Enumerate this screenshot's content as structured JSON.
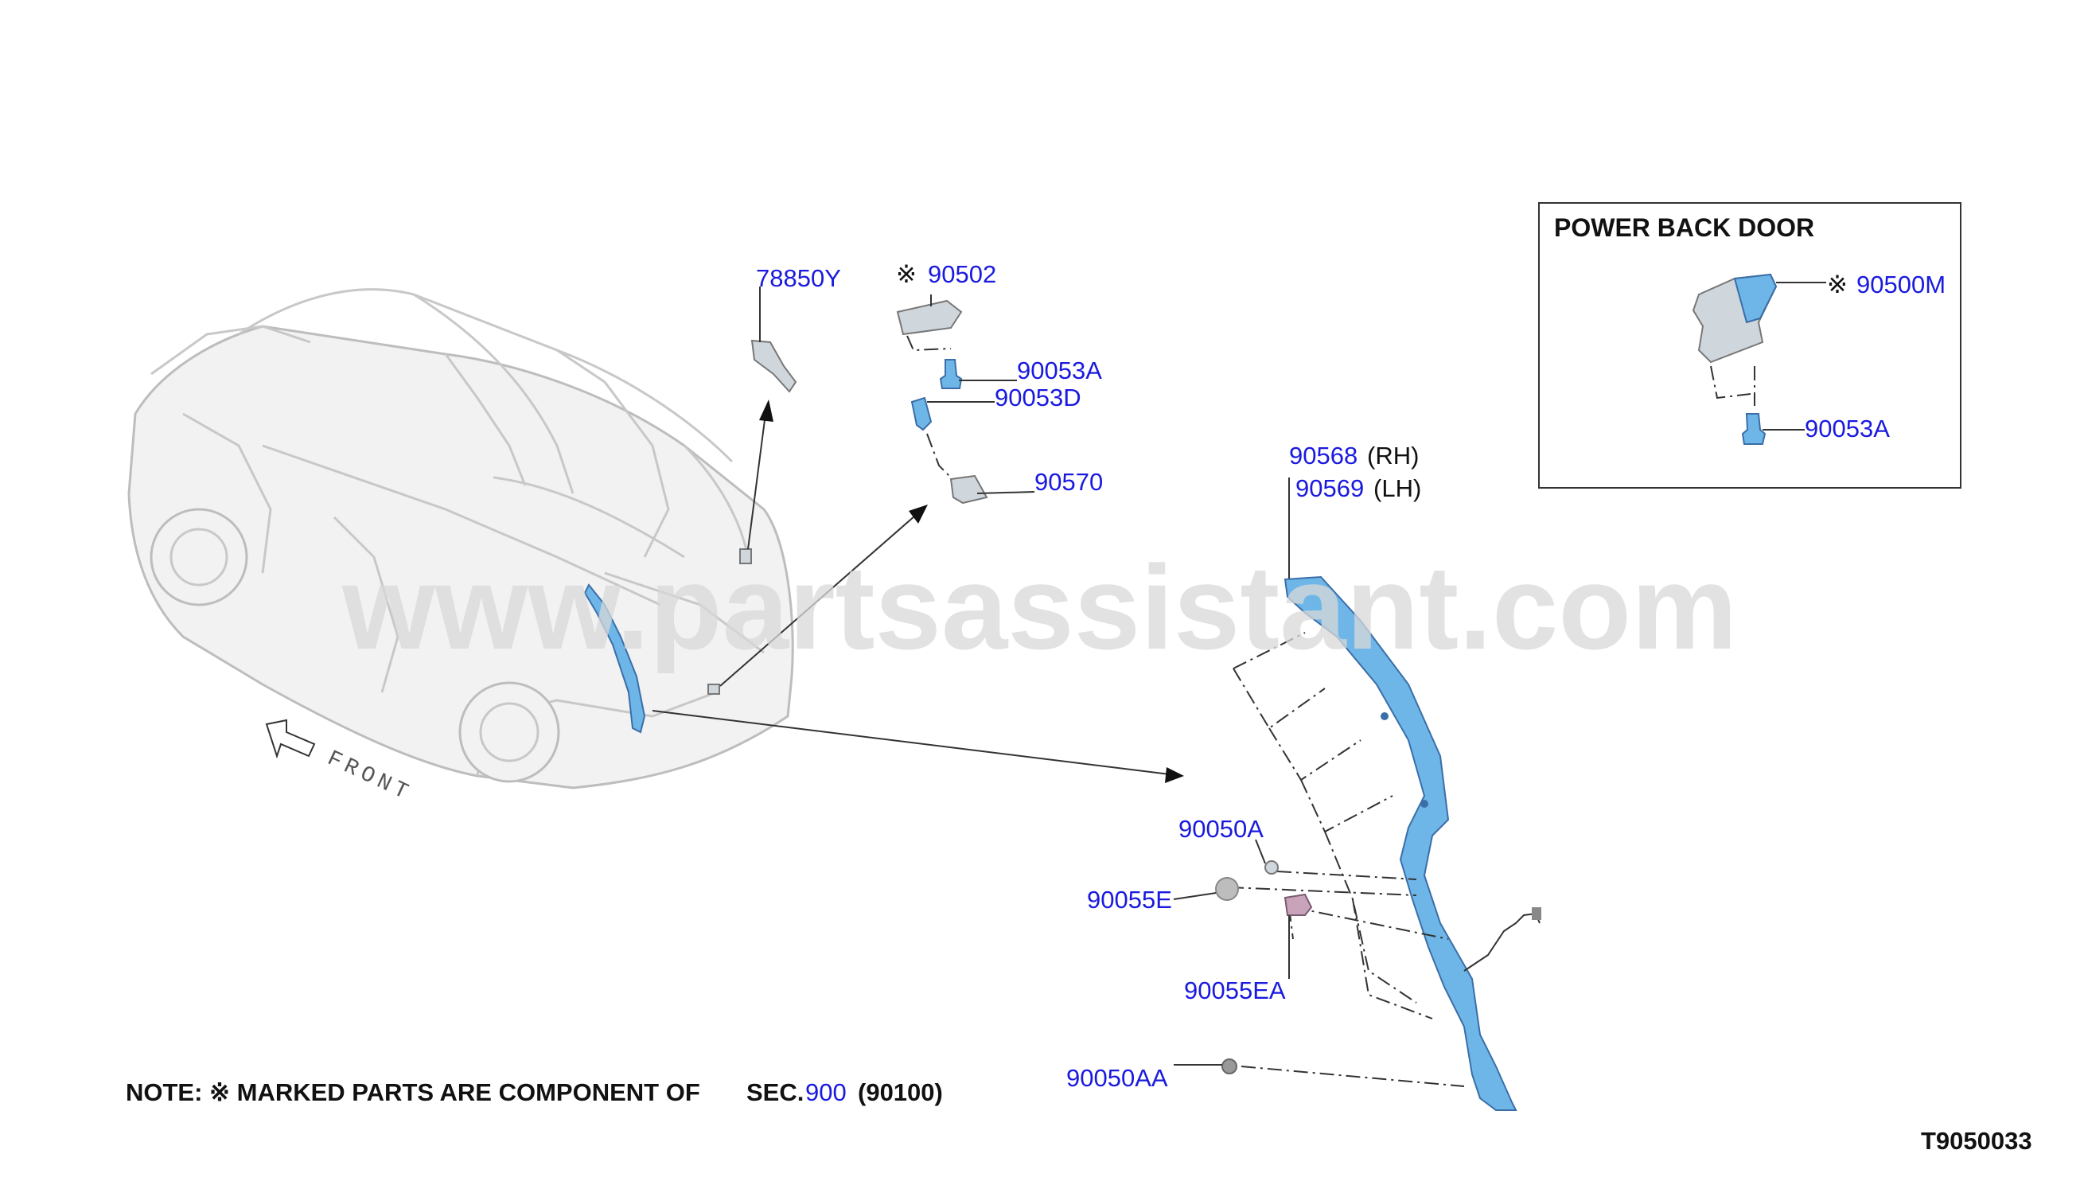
{
  "diagram": {
    "watermark": "www.partsassistant.com",
    "front_label": "FRONT",
    "diagram_code": "T9050033",
    "note": {
      "prefix": "NOTE:  ※ MARKED PARTS ARE COMPONENT OF",
      "sec_label": "SEC.",
      "sec_number": "900",
      "sec_suffix": "(90100)"
    },
    "inset": {
      "title": "POWER BACK DOOR",
      "parts": [
        {
          "mark": "※",
          "number": "90500M"
        },
        {
          "mark": "",
          "number": "90053A"
        }
      ]
    },
    "parts": {
      "p78850Y": "78850Y",
      "p90502_mark": "※",
      "p90502": "90502",
      "p90053A": "90053A",
      "p90053D": "90053D",
      "p90570": "90570",
      "p90568": "90568",
      "p90568_side": "(RH)",
      "p90569": "90569",
      "p90569_side": "(LH)",
      "p90050A": "90050A",
      "p90055E": "90055E",
      "p90055EA": "90055EA",
      "p90050AA": "90050AA"
    },
    "colors": {
      "part_number": "#1a1adf",
      "highlight_part": "#6fb6e8"
    }
  }
}
